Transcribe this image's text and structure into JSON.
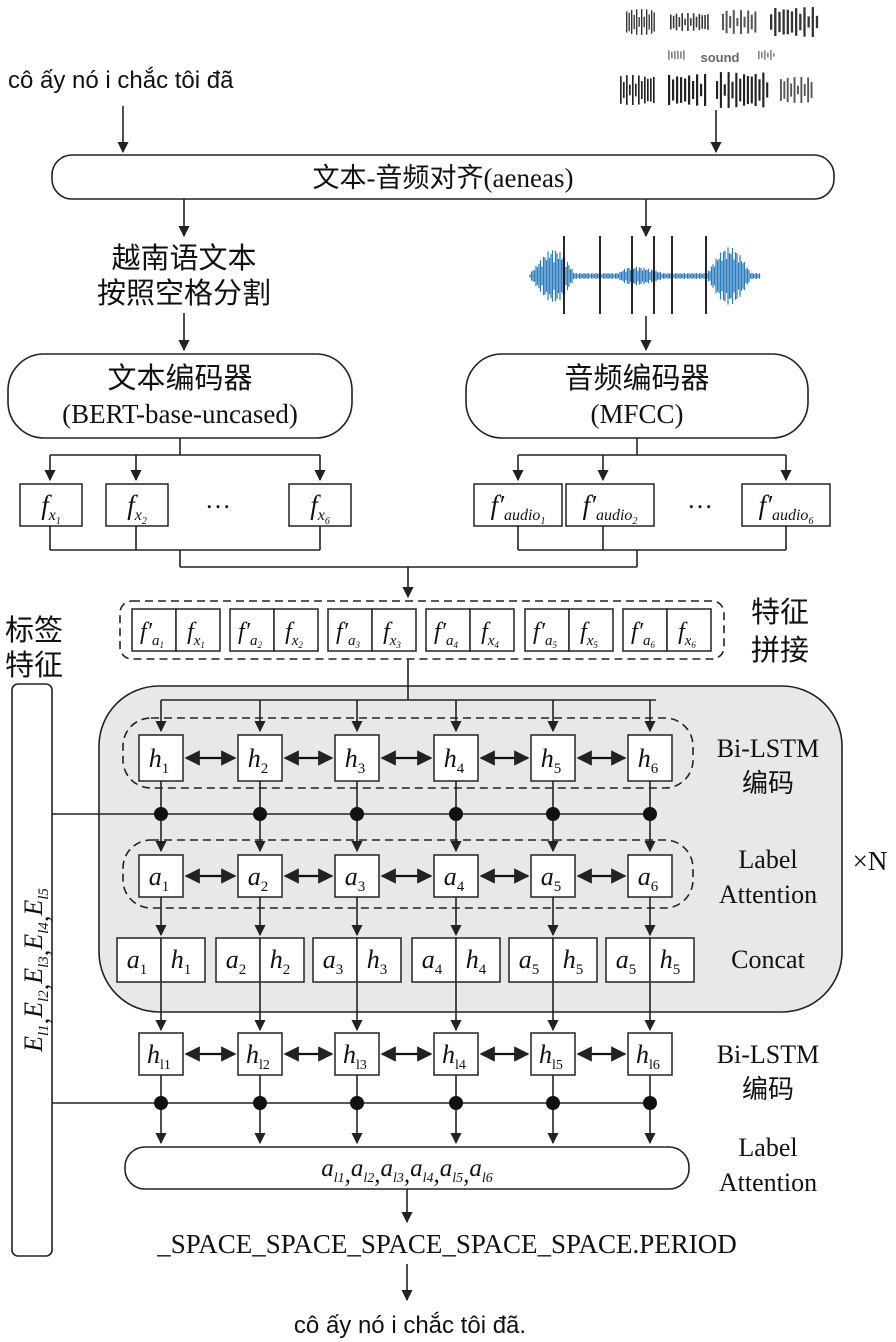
{
  "input_text": "cô ấy nó i chắc tôi đã",
  "sound_label": "sound",
  "alignment_box": "文本-音频对齐(aeneas)",
  "text_split": [
    "越南语文本",
    "按照空格分割"
  ],
  "text_encoder": {
    "title": "文本编码器",
    "subtitle": "(BERT-base-uncased)"
  },
  "audio_encoder": {
    "title": "音频编码器",
    "subtitle": "(MFCC)"
  },
  "text_features": [
    {
      "base": "f",
      "sub": "x",
      "subsub": "1"
    },
    {
      "base": "f",
      "sub": "x",
      "subsub": "2"
    },
    {
      "base": "f",
      "sub": "x",
      "subsub": "6"
    }
  ],
  "audio_features": [
    {
      "base": "f′",
      "sub": "audio",
      "subsub": "1"
    },
    {
      "base": "f′",
      "sub": "audio",
      "subsub": "2"
    },
    {
      "base": "f′",
      "sub": "audio",
      "subsub": "6"
    }
  ],
  "ellipsis": "…",
  "concat_features": [
    {
      "a": "1",
      "x": "1"
    },
    {
      "a": "2",
      "x": "2"
    },
    {
      "a": "3",
      "x": "3"
    },
    {
      "a": "4",
      "x": "4"
    },
    {
      "a": "5",
      "x": "5"
    },
    {
      "a": "6",
      "x": "6"
    }
  ],
  "feature_concat_label": [
    "特征",
    "拼接"
  ],
  "label_feature_label": [
    "标签",
    "特征"
  ],
  "label_embeddings": [
    {
      "base": "E",
      "sub": "l1"
    },
    {
      "base": "E",
      "sub": "l2"
    },
    {
      "base": "E",
      "sub": "l3"
    },
    {
      "base": "E",
      "sub": "l4"
    },
    {
      "base": "E",
      "sub": "l5"
    }
  ],
  "bilstm_1": {
    "nodes": [
      "1",
      "2",
      "3",
      "4",
      "5",
      "6"
    ],
    "label": [
      "Bi-LSTM",
      "编码"
    ]
  },
  "label_attention_1": {
    "nodes": [
      "1",
      "2",
      "3",
      "4",
      "5",
      "6"
    ],
    "label": [
      "Label",
      "Attention"
    ]
  },
  "concat_row": {
    "pairs": [
      [
        "1",
        "1"
      ],
      [
        "2",
        "2"
      ],
      [
        "3",
        "3"
      ],
      [
        "4",
        "4"
      ],
      [
        "5",
        "5"
      ],
      [
        "5",
        "5"
      ]
    ],
    "label": "Concat"
  },
  "repeat_label": "×N",
  "bilstm_2": {
    "nodes": [
      "l1",
      "l2",
      "l3",
      "l4",
      "l5",
      "l6"
    ],
    "label": [
      "Bi-LSTM",
      "编码"
    ]
  },
  "label_attention_2": {
    "terms": [
      "l1",
      "l2",
      "l3",
      "l4",
      "l5",
      "l6"
    ],
    "label": [
      "Label",
      "Attention"
    ]
  },
  "output_tags": "_SPACE_SPACE_SPACE_SPACE_SPACE.PERIOD",
  "output_text": "cô ấy nó i chắc tôi đã."
}
